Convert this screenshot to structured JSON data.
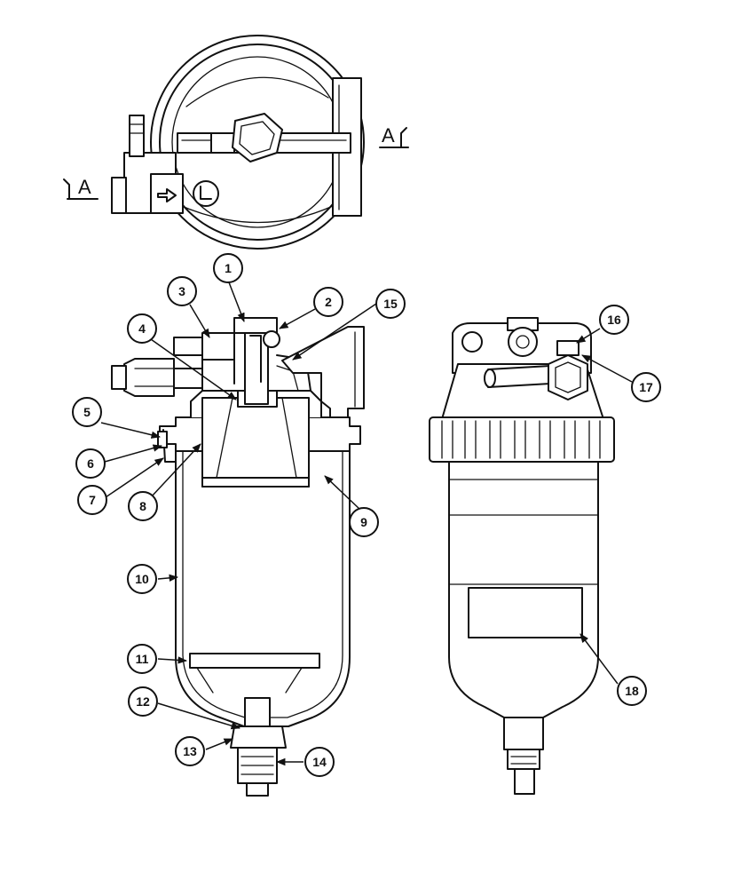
{
  "section_marks": {
    "left": "A",
    "right": "A"
  },
  "callouts": [
    "1",
    "2",
    "3",
    "4",
    "5",
    "6",
    "7",
    "8",
    "9",
    "10",
    "11",
    "12",
    "13",
    "14",
    "15",
    "16",
    "17",
    "18"
  ]
}
